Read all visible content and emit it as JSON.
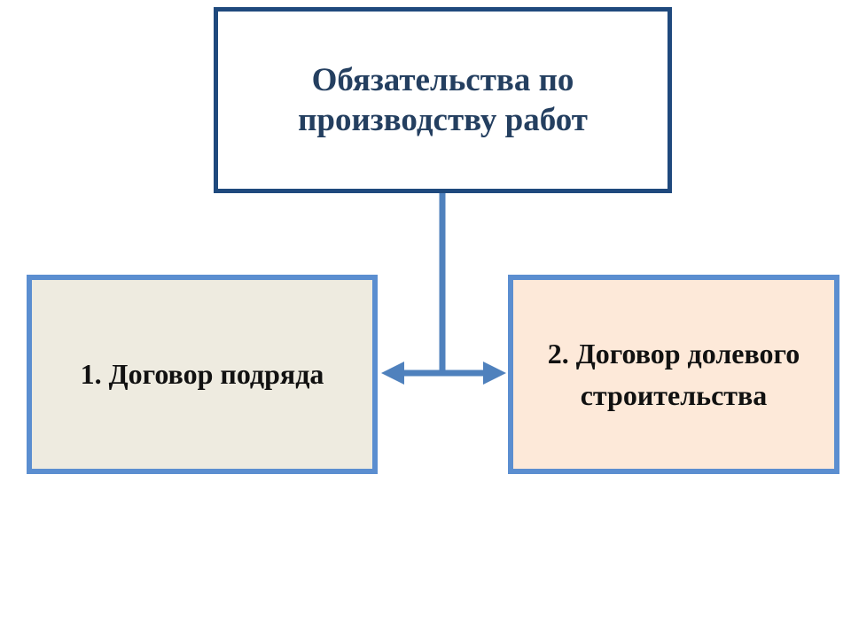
{
  "diagram": {
    "top_node": {
      "label_line1": "Обязательства по",
      "label_line2": "производству работ"
    },
    "left_node": {
      "label": "1. Договор подряда"
    },
    "right_node": {
      "label_line1": "2. Договор долевого",
      "label_line2": "строительства"
    },
    "colors": {
      "top_border": "#1f497d",
      "top_text": "#243f60",
      "side_border": "#5b8ed0",
      "connector": "#4f81bd",
      "left_fill": "#eeebe0",
      "right_fill": "#fde9d9"
    }
  }
}
